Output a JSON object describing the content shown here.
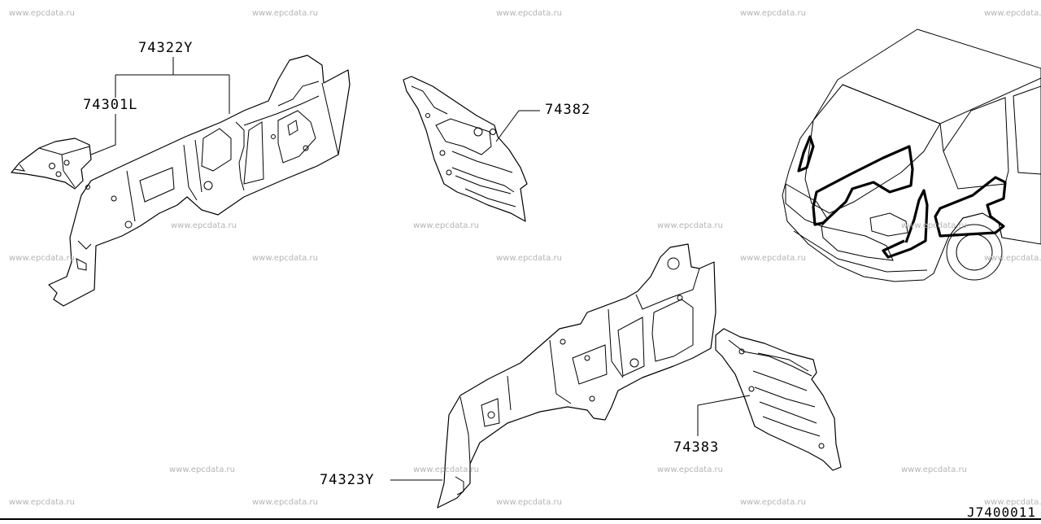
{
  "watermark_text": "www.epcdata.ru",
  "callouts": {
    "p74322Y": "74322Y",
    "p74301L": "74301L",
    "p74382": "74382",
    "p74323Y": "74323Y",
    "p74383": "74383"
  },
  "diagram_code": "J7400011"
}
